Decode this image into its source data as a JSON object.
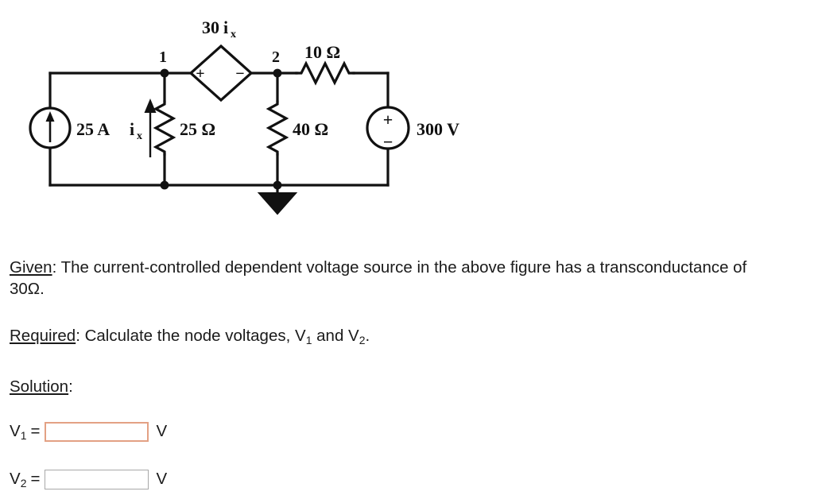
{
  "figure": {
    "name": "circuit-diagram",
    "nodes": {
      "node1_label": "1",
      "node2_label": "2"
    },
    "components": {
      "current_source": "25 A",
      "current_var": "i",
      "current_var_sub": "x",
      "resistor_25": "25 Ω",
      "resistor_40": "40 Ω",
      "resistor_10": "10 Ω",
      "voltage_source": "300 V",
      "dependent_source_coef": "30",
      "dependent_source_var": "i",
      "dependent_source_var_sub": "x",
      "polarity_plus": "+",
      "polarity_minus": "−"
    }
  },
  "given": {
    "label": "Given",
    "colon": ":",
    "text": " The current-controlled dependent voltage source in the above figure has a transconductance of 30Ω."
  },
  "required": {
    "label": "Required",
    "colon": ":",
    "text_before": " Calculate the node voltages, V",
    "sub1": "1",
    "text_middle": " and V",
    "sub2": "2",
    "text_after": "."
  },
  "solution": {
    "label": "Solution",
    "colon": ":"
  },
  "answers": [
    {
      "var": "V",
      "sub": "1",
      "equals": "=",
      "value": "",
      "placeholder": "",
      "unit": "V",
      "focused": true,
      "border_color": "#e3a184"
    },
    {
      "var": "V",
      "sub": "2",
      "equals": "=",
      "value": "",
      "placeholder": "",
      "unit": "V",
      "focused": false,
      "border_color": "#a8a8a8"
    }
  ]
}
